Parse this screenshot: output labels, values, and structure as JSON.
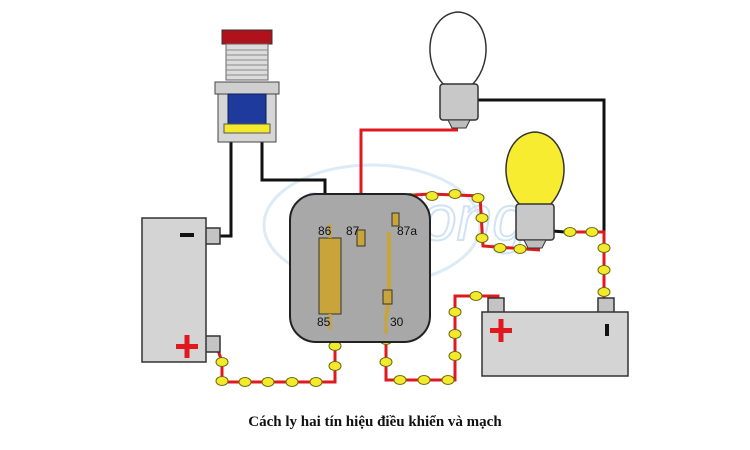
{
  "watermark": "hanlong",
  "relay": {
    "terminals": {
      "t86": "86",
      "t87": "87",
      "t87a": "87a",
      "t85": "85",
      "t30": "30"
    }
  },
  "battery_left": {
    "minus": "−",
    "plus": "+"
  },
  "battery_right": {
    "minus": "▮",
    "plus": "+"
  },
  "colors": {
    "wire_black": "#111111",
    "wire_red": "#e0191f",
    "current_dot": "#f2ea2b",
    "battery_body": "#d4d4d4",
    "relay_body": "#a8a8a8",
    "coil": "#c9a43a",
    "bulb_on": "#f7ec2f",
    "bulb_off": "#ffffff",
    "switch_blue": "#1d3a9c",
    "switch_cap": "#b0121c"
  },
  "caption": "Cách ly hai tín hiệu điều khiển và mạch"
}
